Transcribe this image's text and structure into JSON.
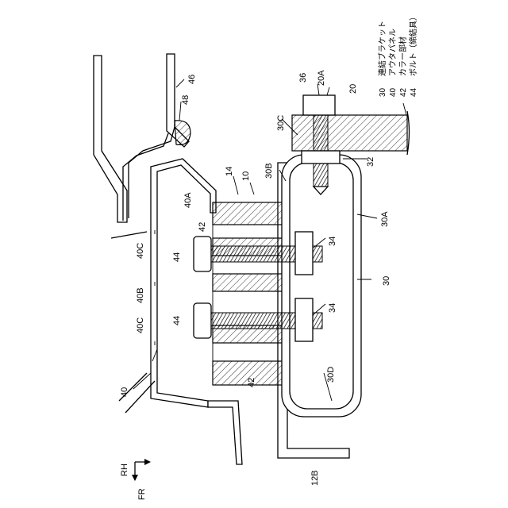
{
  "refs": {
    "r10": "10",
    "r12B": "12B",
    "r14": "14",
    "r20": "20",
    "r20A": "20A",
    "r30": "30",
    "r30A": "30A",
    "r30B": "30B",
    "r30C": "30C",
    "r30D": "30D",
    "r32": "32",
    "r34a": "34",
    "r34b": "34",
    "r36": "36",
    "r40": "40",
    "r40A": "40A",
    "r40B": "40B",
    "r40C_upper": "40C",
    "r40C_lower": "40C",
    "r42a": "42",
    "r42b": "42",
    "r44a": "44",
    "r44b": "44",
    "r46": "46",
    "r48": "48"
  },
  "legend": [
    {
      "num": "30",
      "text": "連結ブラケット"
    },
    {
      "num": "40",
      "text": "アウタパネル"
    },
    {
      "num": "42",
      "text": "カラー部材"
    },
    {
      "num": "44",
      "text": "ボルト（締結具）"
    }
  ],
  "compass": {
    "rh": "RH",
    "fr": "FR"
  }
}
